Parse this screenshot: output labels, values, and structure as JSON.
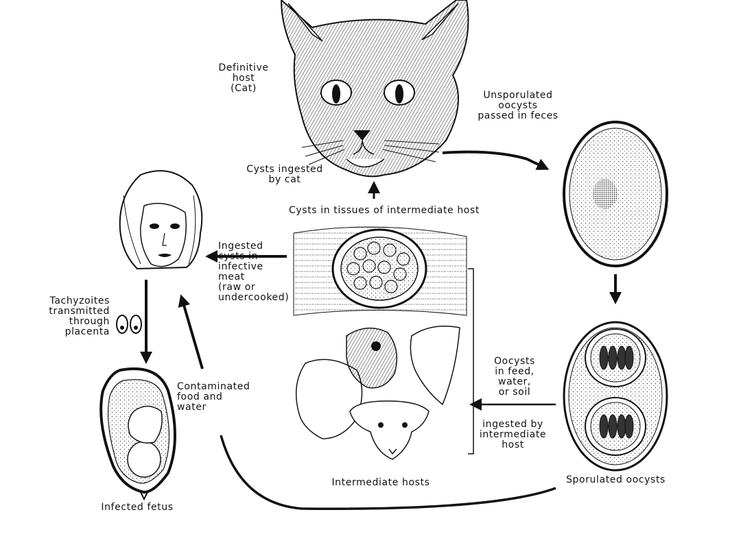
{
  "labels": {
    "definitive_host": [
      "Definitive",
      "host",
      "(Cat)"
    ],
    "unsporulated": [
      "Unsporulated",
      "oocysts",
      "passed in feces"
    ],
    "cysts_ingested_by_cat": [
      "Cysts ingested",
      "by cat"
    ],
    "cysts_in_tissues": "Cysts in tissues of intermediate host",
    "ingested_cysts_meat": [
      "Ingested",
      "cysts in",
      "infective",
      "meat",
      "(raw or",
      "undercooked)"
    ],
    "tachyzoites": [
      "Tachyzoites",
      "transmitted",
      "through",
      "placenta"
    ],
    "contaminated": [
      "Contaminated",
      "food and",
      "water"
    ],
    "oocysts_in_feed": [
      "Oocysts",
      "in feed,",
      "water,",
      "or soil"
    ],
    "ingested_by_intermediate": [
      "ingested by",
      "intermediate",
      "host"
    ],
    "intermediate_hosts": "Intermediate hosts",
    "sporulated_oocysts": "Sporulated oocysts",
    "infected_fetus": "Infected fetus"
  },
  "colors": {
    "ink": "#111111",
    "background": "#ffffff",
    "stipple": "#7a7a7a"
  }
}
